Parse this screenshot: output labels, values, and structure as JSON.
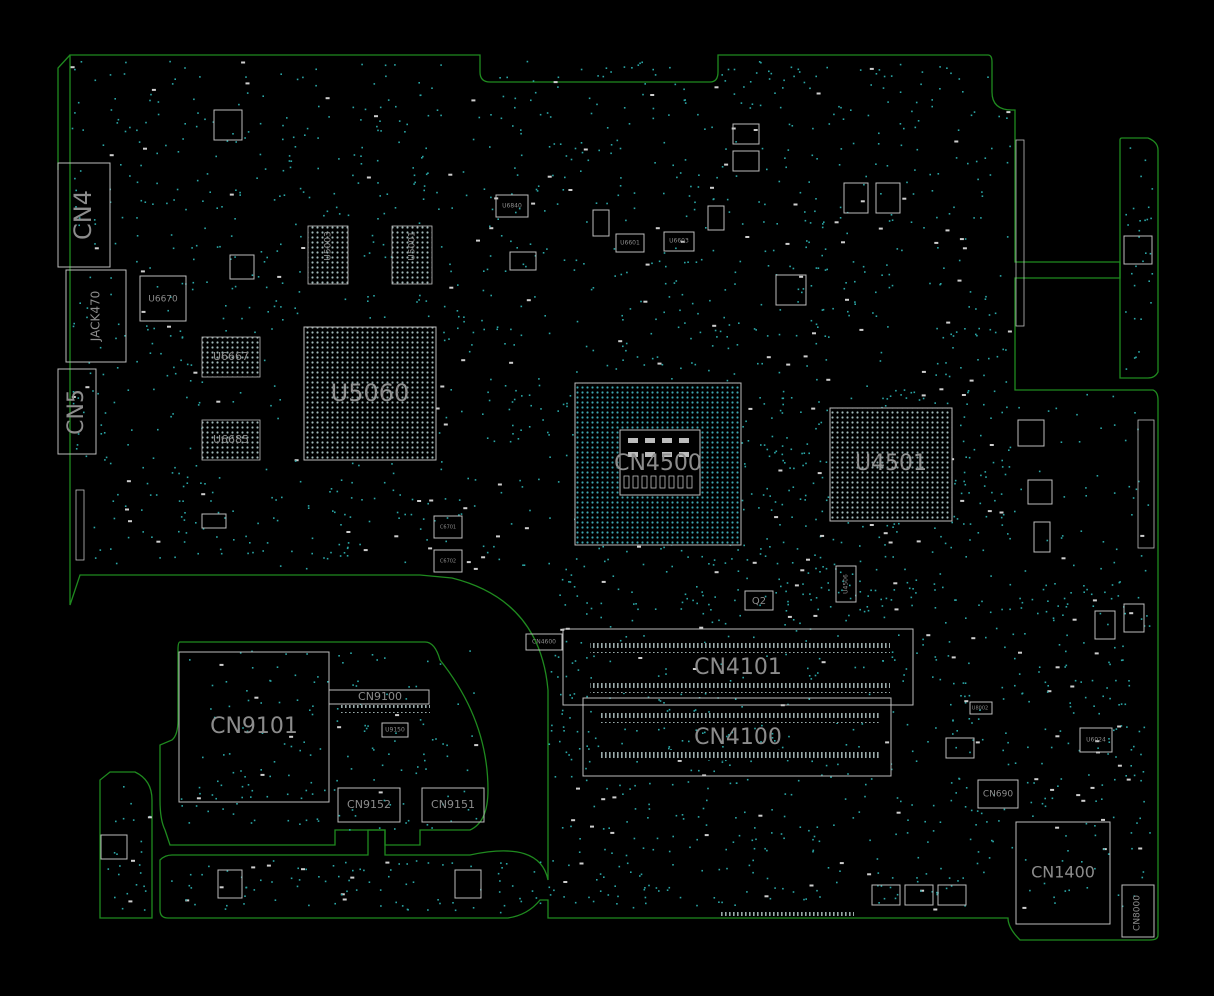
{
  "components": {
    "cn4": "CN4",
    "jack470": "JACK470",
    "cn5": "CN5",
    "u5060": "U5060",
    "cn4500": "CN4500",
    "u4501": "U4501",
    "cn4101": "CN4101",
    "cn4100": "CN4100",
    "cn9101": "CN9101",
    "cn9100": "CN9100",
    "cn9152": "CN9152",
    "cn9151": "CN9151",
    "cn1400": "CN1400",
    "cn8000": "CN8000",
    "cn690": "CN690",
    "q2": "Q2",
    "u6670": "U6670",
    "u6667": "U6667",
    "u6685": "U6685",
    "u5003": "U5003",
    "u5001": "U5001",
    "u6840": "U6840",
    "u6601": "U6601",
    "u6603": "U6603",
    "u4506": "U4506",
    "u9150": "U9150",
    "cn4600": "CN4600",
    "u6024": "U6024",
    "u8002": "U8002",
    "c6701": "C6701",
    "c6702": "C6702"
  },
  "colors": {
    "outline": "#1f8a1f",
    "component": "#bdbdbd",
    "pad": "#2aa6a6",
    "label": "#8c8c8c"
  }
}
